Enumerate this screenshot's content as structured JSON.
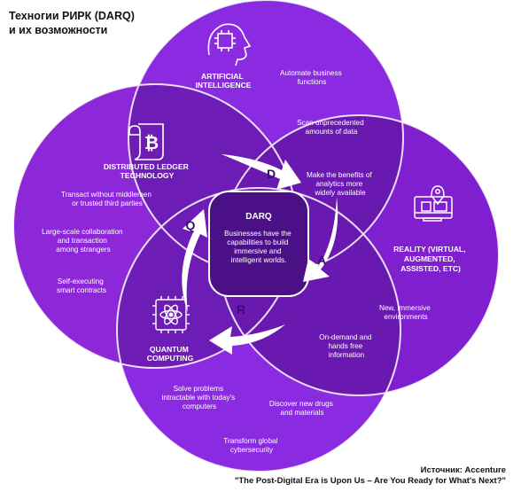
{
  "title": {
    "line1": "Техногии РИРК (DARQ)",
    "line2": "и их возможности"
  },
  "source": {
    "line1": "Источник: Accenture",
    "line2": "\"The Post-Digital Era is Upon Us – Are You Ready for What's Next?\""
  },
  "center": {
    "heading": "DARQ",
    "lines": [
      "Businesses have the",
      "capabilities to build",
      "immersive and",
      "intelligent worlds."
    ]
  },
  "arrows": {
    "d": "D",
    "a": "A",
    "r": "R",
    "q": "Q"
  },
  "ai": {
    "heading": [
      "ARTIFICIAL",
      "INTELLIGENCE"
    ],
    "icon": "ai-head-chip-icon",
    "items": [
      [
        "Automate business",
        "functions"
      ],
      [
        "Scan unprecedented",
        "amounts of data"
      ],
      [
        "Make the benefits of",
        "analytics more",
        "widely available"
      ]
    ]
  },
  "dlt": {
    "heading": [
      "DISTRIBUTED LEDGER",
      "TECHNOLOGY"
    ],
    "icon": "bitcoin-scroll-icon",
    "items": [
      [
        "Transact without middlemen",
        "or trusted third parties"
      ],
      [
        "Large-scale collaboration",
        "and transaction",
        "among strangers"
      ],
      [
        "Self-executing",
        "smart contracts"
      ]
    ]
  },
  "reality": {
    "heading": [
      "REALITY (VIRTUAL,",
      "AUGMENTED,",
      "ASSISTED, ETC)"
    ],
    "icon": "devices-location-icon",
    "items": [
      [
        "New, immersive",
        "environments"
      ],
      [
        "On-demand and",
        "hands free",
        "information"
      ]
    ]
  },
  "quantum": {
    "heading": [
      "QUANTUM",
      "COMPUTING"
    ],
    "icon": "atom-chip-icon",
    "items": [
      [
        "Solve problems",
        "intractable with today's",
        "computers"
      ],
      [
        "Discover new drugs",
        "and materials"
      ],
      [
        "Transform global",
        "cybersecurity"
      ]
    ]
  },
  "colors": {
    "ai": "#8a2be2",
    "dlt": "#8d28d8",
    "reality": "#7f1fcf",
    "quantum": "#8a2be2",
    "center": "#4b0f86",
    "arrow": "#ffffff",
    "text": "#ffffff"
  }
}
